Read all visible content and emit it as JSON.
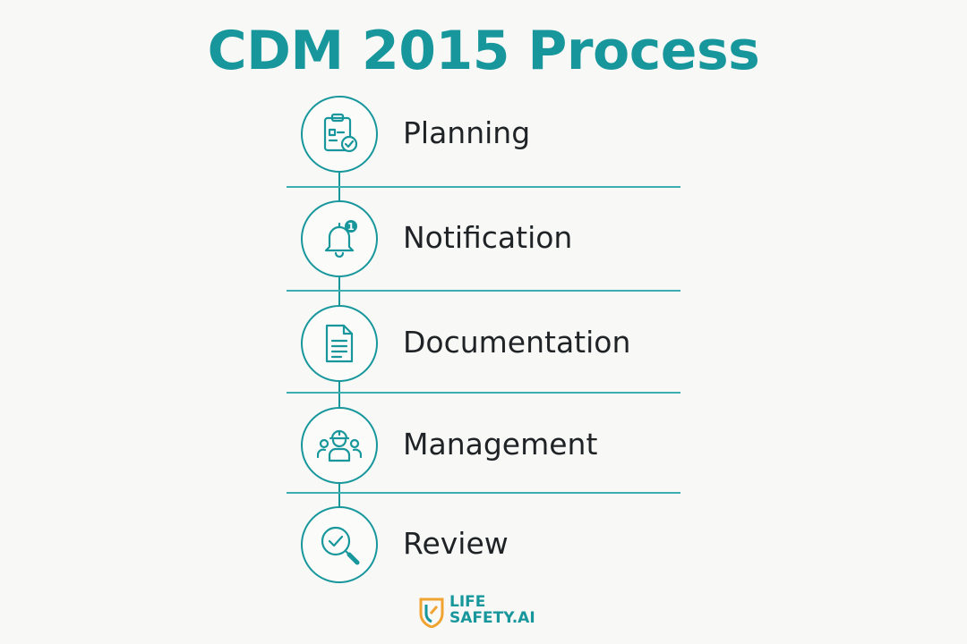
{
  "title": "CDM 2015 Process",
  "accent_color": "#17979c",
  "steps": [
    {
      "label": "Planning",
      "icon": "clipboard-check-icon"
    },
    {
      "label": "Notification",
      "icon": "bell-notification-icon",
      "badge": "1"
    },
    {
      "label": "Documentation",
      "icon": "document-icon"
    },
    {
      "label": "Management",
      "icon": "team-hardhat-icon"
    },
    {
      "label": "Review",
      "icon": "magnifier-check-icon"
    }
  ],
  "logo": {
    "line1": "LIFE",
    "line2": "SAFETY.AI"
  }
}
